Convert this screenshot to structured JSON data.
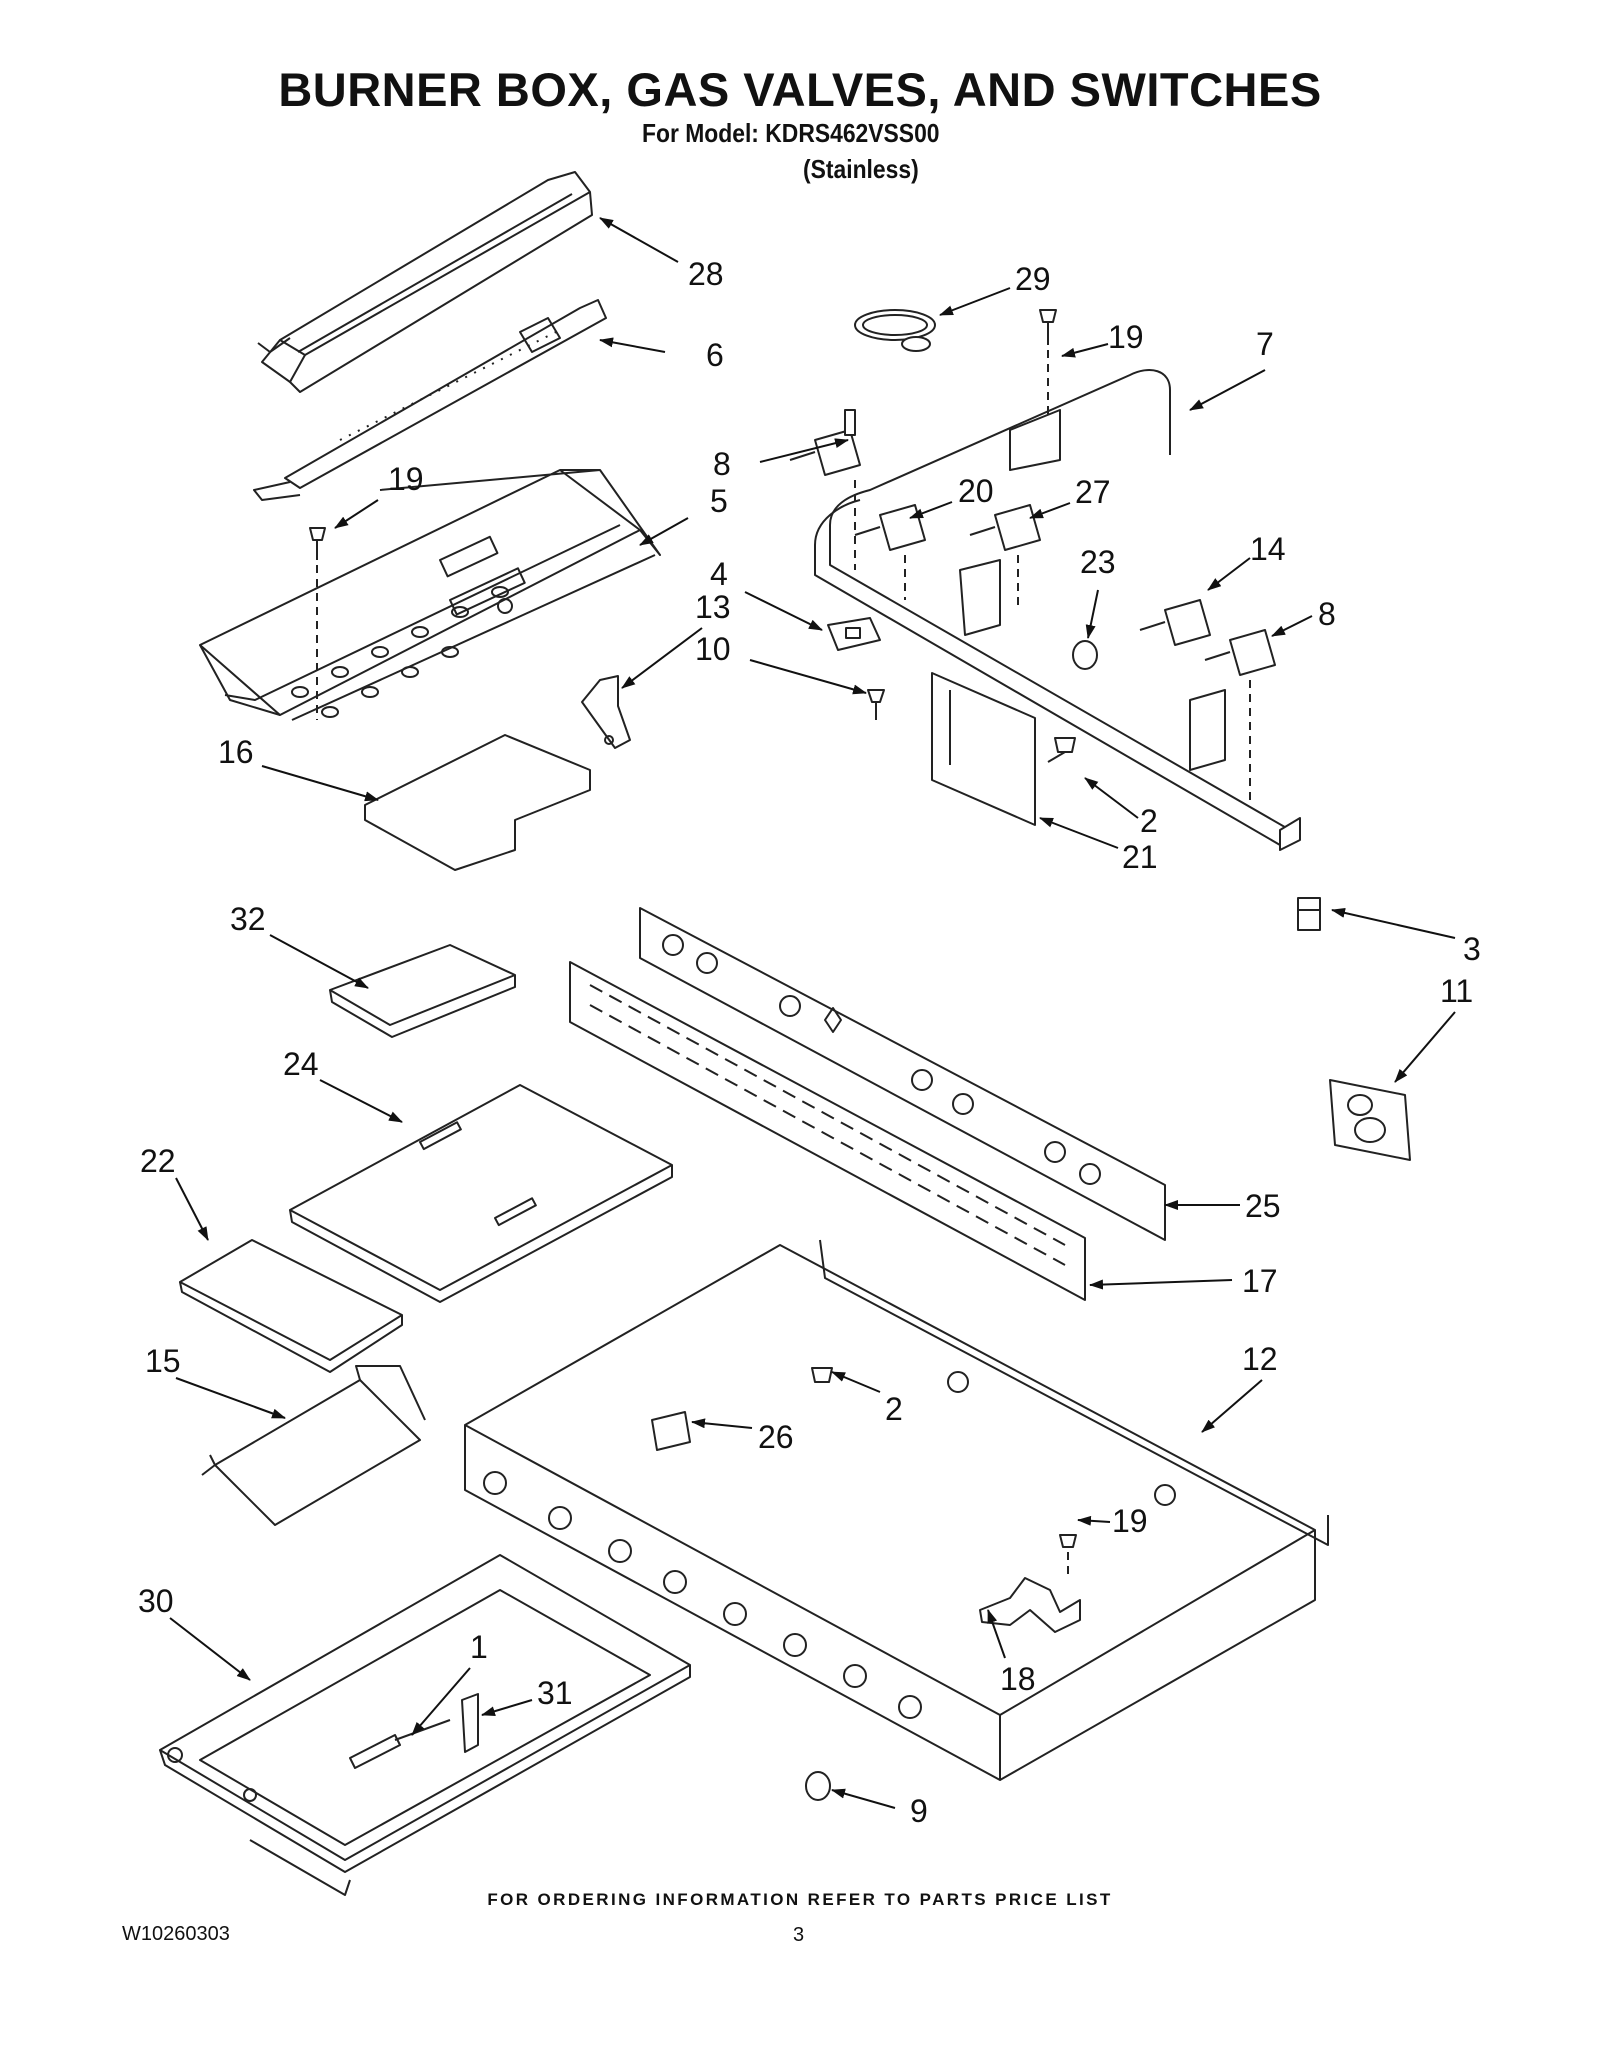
{
  "title": "BURNER BOX, GAS VALVES, AND SWITCHES",
  "model_line": "For Model: KDRS462VSS00",
  "finish_line": "(Stainless)",
  "callouts": [
    "28",
    "29",
    "6",
    "19",
    "7",
    "19",
    "8",
    "5",
    "20",
    "27",
    "4",
    "23",
    "14",
    "13",
    "8",
    "10",
    "16",
    "2",
    "21",
    "32",
    "3",
    "11",
    "24",
    "25",
    "22",
    "17",
    "12",
    "15",
    "2",
    "26",
    "19",
    "30",
    "1",
    "31",
    "18",
    "9"
  ],
  "footer_note": "FOR ORDERING INFORMATION REFER TO PARTS PRICE LIST",
  "doc_number": "W10260303",
  "page_number": "3"
}
